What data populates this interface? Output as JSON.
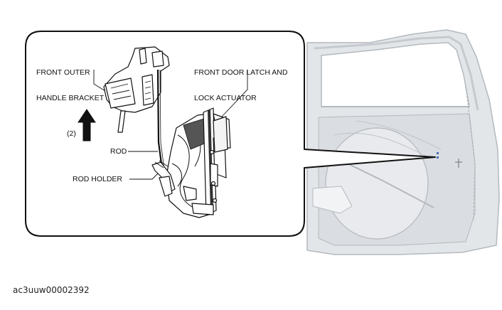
{
  "labels": {
    "handle_bracket_line1": "FRONT OUTER",
    "handle_bracket_line2": "HANDLE BRACKET",
    "latch_line1": "FRONT DOOR LATCH AND",
    "latch_line2": "LOCK ACTUATOR",
    "step": "(2)",
    "rod": "ROD",
    "rod_holder": "ROD HOLDER"
  },
  "caption": "ac3uuw00002392",
  "colors": {
    "door_fill": "#e3e6e9",
    "door_stroke": "#b4b9be",
    "line": "#111111"
  }
}
